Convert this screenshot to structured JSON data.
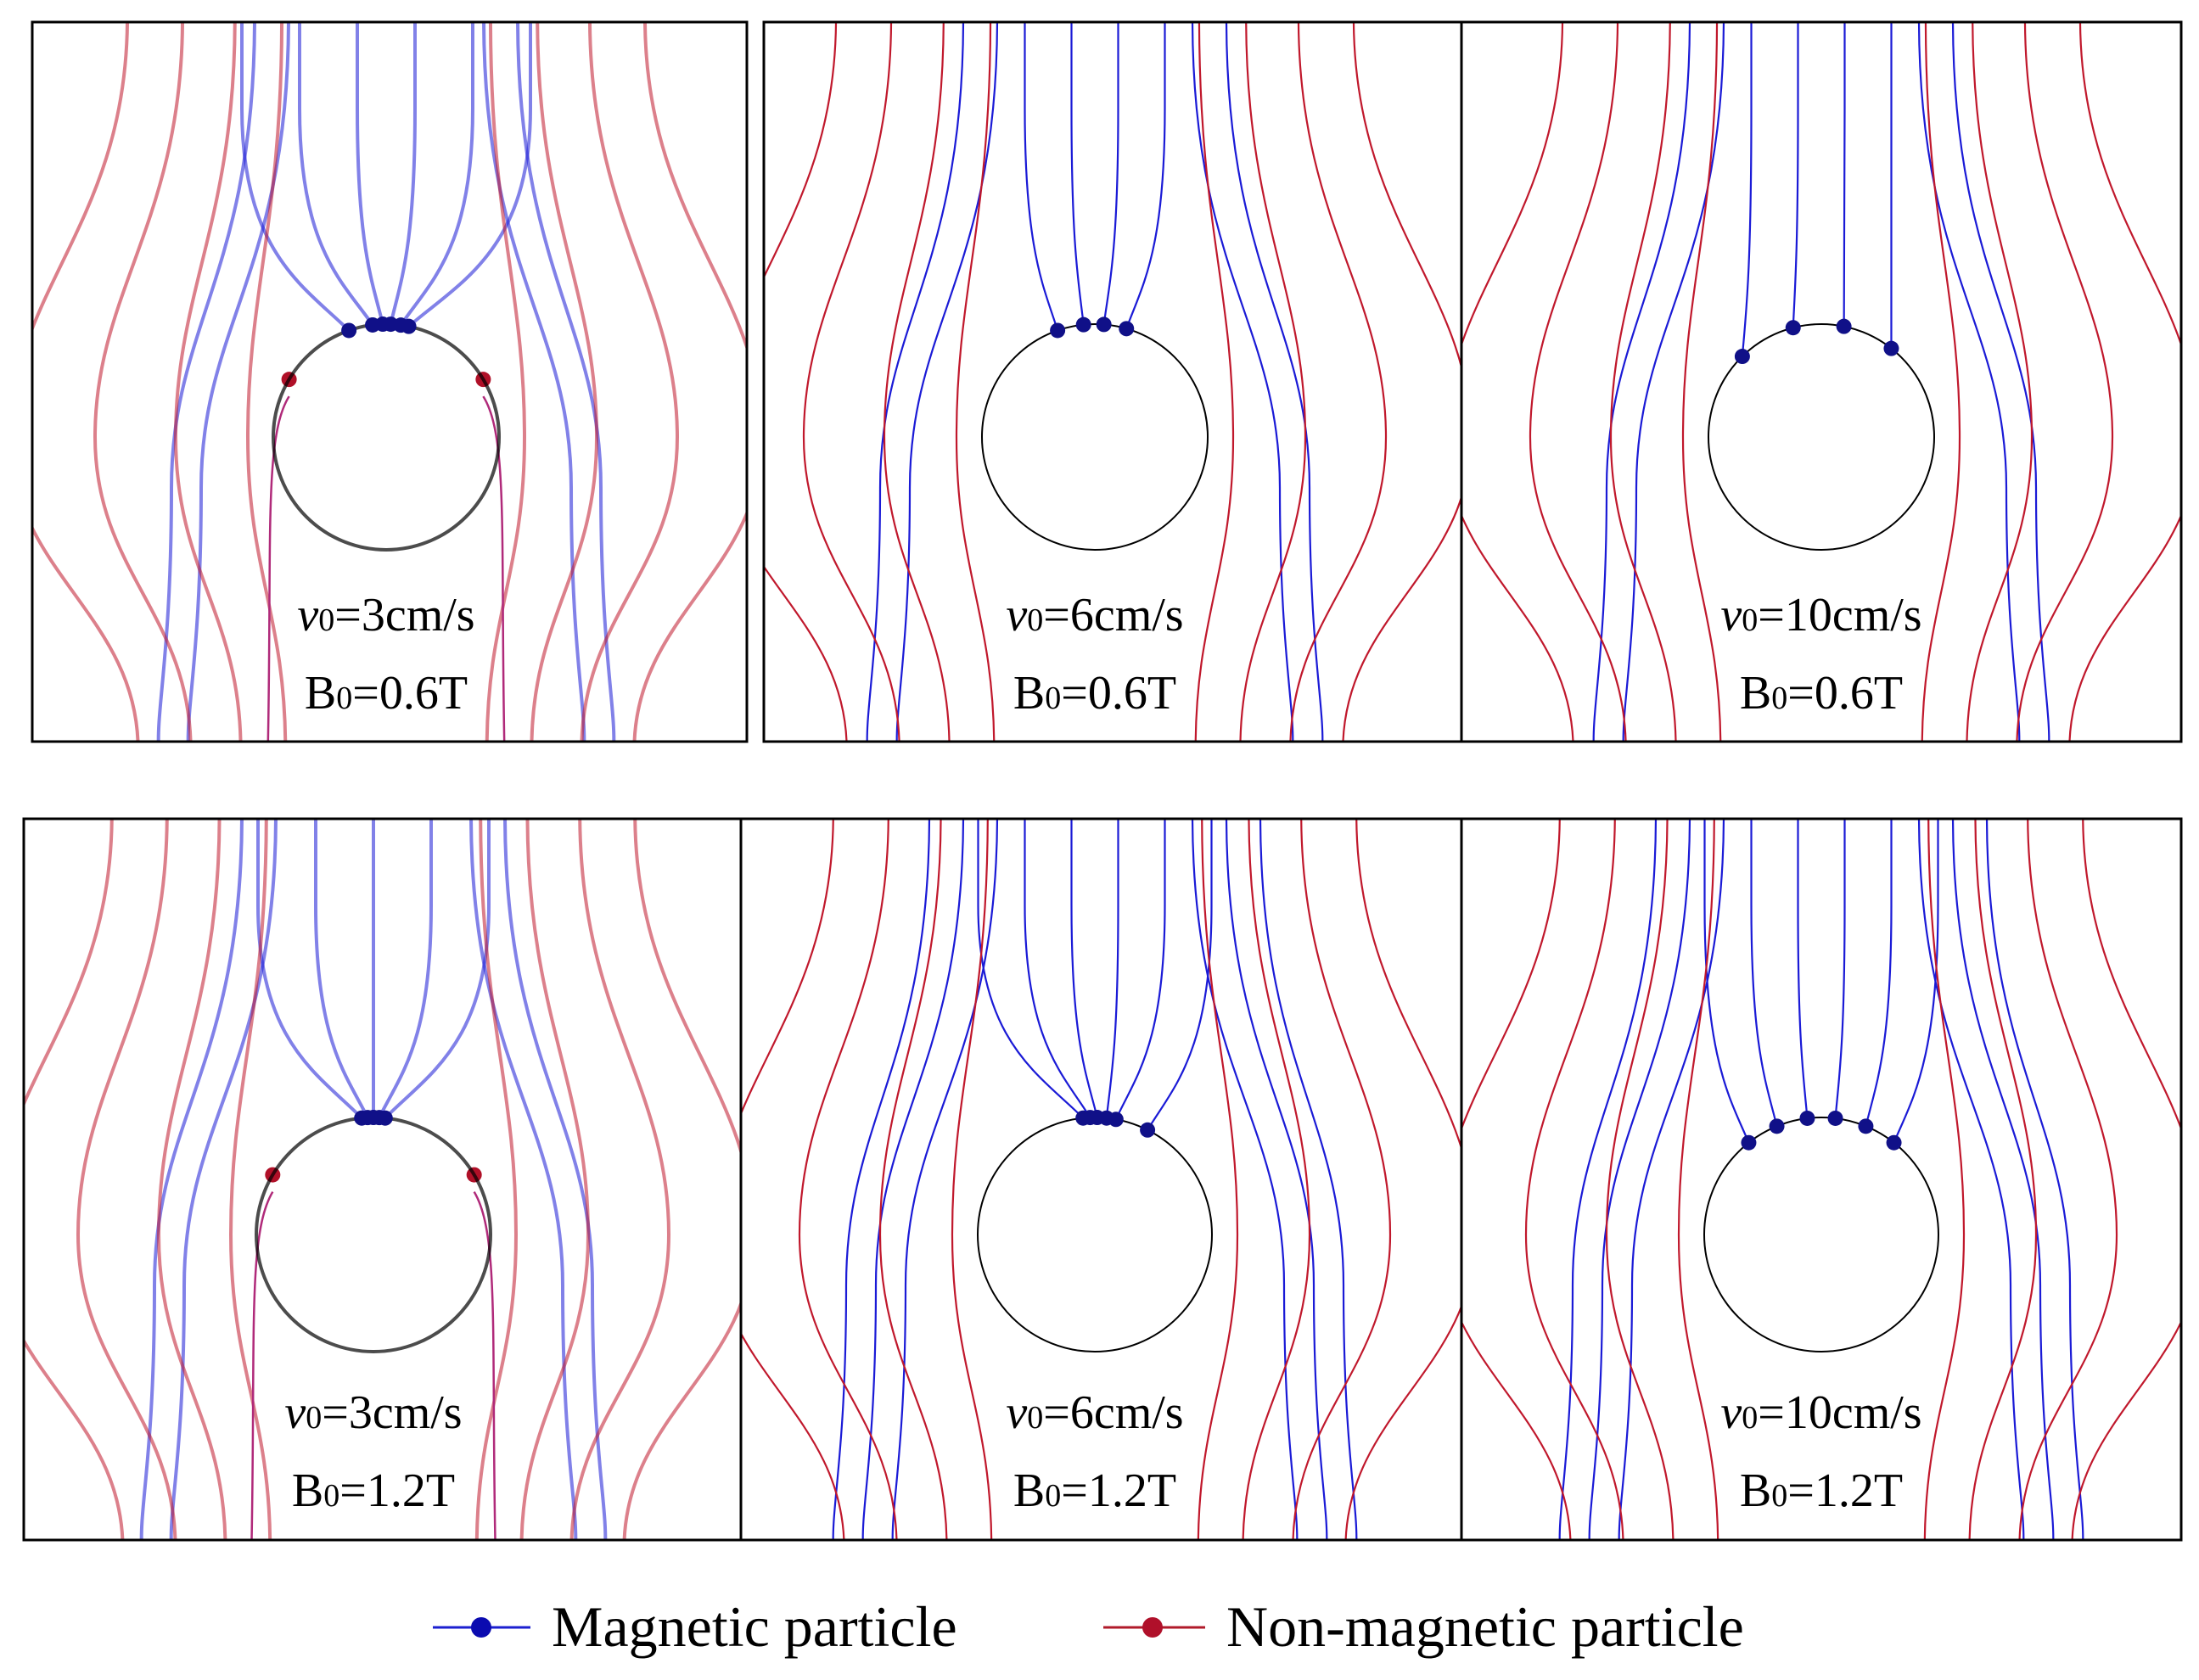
{
  "panels": [
    {
      "id": "a",
      "v_var": "v",
      "v_sub": "0",
      "v_val": "=3cm/s",
      "b_var": "B",
      "b_sub": "0",
      "b_val": "=0.6T",
      "pale": true,
      "captures": [
        -0.33,
        -0.12,
        -0.03,
        0.04,
        0.13,
        0.2
      ],
      "passes": 4,
      "separation": [
        -0.86,
        0.86
      ]
    },
    {
      "id": "b",
      "v_var": "v",
      "v_sub": "0",
      "v_val": "=6cm/s",
      "b_var": "B",
      "b_sub": "0",
      "b_val": "=0.6T",
      "pale": false,
      "captures": [
        -0.33,
        -0.1,
        0.08,
        0.28
      ],
      "passes": 2
    },
    {
      "id": "c",
      "v_var": "v",
      "v_sub": "0",
      "v_val": "=10cm/s",
      "b_var": "B",
      "b_sub": "0",
      "b_val": "=0.6T",
      "pale": false,
      "captures": [
        -0.7,
        -0.25,
        0.2,
        0.62
      ],
      "passes": 2
    },
    {
      "id": "d",
      "v_var": "v",
      "v_sub": "0",
      "v_val": "=3cm/s",
      "b_var": "B",
      "b_sub": "0",
      "b_val": "=1.2T",
      "pale": true,
      "captures": [
        -0.1,
        -0.05,
        0,
        0.05,
        0.1
      ],
      "passes": 4,
      "separation": [
        -0.86,
        0.86
      ]
    },
    {
      "id": "e",
      "v_var": "v",
      "v_sub": "0",
      "v_val": "=6cm/s",
      "b_var": "B",
      "b_sub": "0",
      "b_val": "=1.2T",
      "pale": false,
      "captures": [
        -0.1,
        -0.04,
        0.02,
        0.1,
        0.18,
        0.45
      ],
      "passes": 3
    },
    {
      "id": "f",
      "v_var": "v",
      "v_sub": "0",
      "v_val": "=10cm/s",
      "b_var": "B",
      "b_sub": "0",
      "b_val": "=1.2T",
      "pale": false,
      "captures": [
        -0.62,
        -0.38,
        -0.12,
        0.12,
        0.38,
        0.62
      ],
      "passes": 3
    }
  ],
  "legend": {
    "magnetic": {
      "label": "Magnetic particle",
      "color": "#1b1fd0",
      "marker": "#0b0bb0"
    },
    "nonmagnetic": {
      "label": "Non-magnetic particle",
      "color": "#b01a2a",
      "marker": "#b0102a"
    }
  },
  "colors": {
    "magnetic_line": "#1a1ad6",
    "nonmagnetic_line": "#c0182c",
    "captured_dot": "#101088",
    "separation_dot": "#b01028",
    "cylinder": "#000000",
    "frame": "#000000"
  }
}
